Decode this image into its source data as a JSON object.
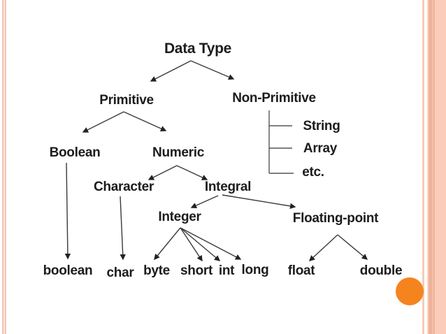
{
  "slide": {
    "background_color": "#ffffff",
    "accent_circle_color": "#f5841f",
    "left_border_color": "#f3c6b6",
    "right_border_colors": [
      "#f6cbba",
      "#efb299",
      "#fbcdb9"
    ],
    "line_color": "#333333"
  },
  "diagram": {
    "nodes": {
      "data_type": {
        "label": "Data Type"
      },
      "primitive": {
        "label": "Primitive"
      },
      "non_primitive": {
        "label": "Non-Primitive"
      },
      "string": {
        "label": "String"
      },
      "array": {
        "label": "Array"
      },
      "etc": {
        "label": "etc."
      },
      "boolean_class": {
        "label": "Boolean"
      },
      "numeric": {
        "label": "Numeric"
      },
      "character": {
        "label": "Character"
      },
      "integral": {
        "label": "Integral"
      },
      "integer": {
        "label": "Integer"
      },
      "floating_point": {
        "label": "Floating-point"
      },
      "boolean_primitive": {
        "label": "boolean"
      },
      "char": {
        "label": "char"
      },
      "byte": {
        "label": "byte"
      },
      "short": {
        "label": "short"
      },
      "int": {
        "label": "int"
      },
      "long": {
        "label": "long"
      },
      "float": {
        "label": "float"
      },
      "double": {
        "label": "double"
      }
    },
    "edges": [
      {
        "from": "Data Type",
        "to": "Primitive"
      },
      {
        "from": "Data Type",
        "to": "Non-Primitive"
      },
      {
        "from": "Non-Primitive",
        "to": "String"
      },
      {
        "from": "Non-Primitive",
        "to": "Array"
      },
      {
        "from": "Non-Primitive",
        "to": "etc."
      },
      {
        "from": "Primitive",
        "to": "Boolean"
      },
      {
        "from": "Primitive",
        "to": "Numeric"
      },
      {
        "from": "Numeric",
        "to": "Character"
      },
      {
        "from": "Numeric",
        "to": "Integral"
      },
      {
        "from": "Integral",
        "to": "Integer"
      },
      {
        "from": "Integral",
        "to": "Floating-point"
      },
      {
        "from": "Boolean",
        "to": "boolean"
      },
      {
        "from": "Character",
        "to": "char"
      },
      {
        "from": "Integer",
        "to": "byte"
      },
      {
        "from": "Integer",
        "to": "short"
      },
      {
        "from": "Integer",
        "to": "int"
      },
      {
        "from": "Integer",
        "to": "long"
      },
      {
        "from": "Floating-point",
        "to": "float"
      },
      {
        "from": "Floating-point",
        "to": "double"
      }
    ]
  }
}
